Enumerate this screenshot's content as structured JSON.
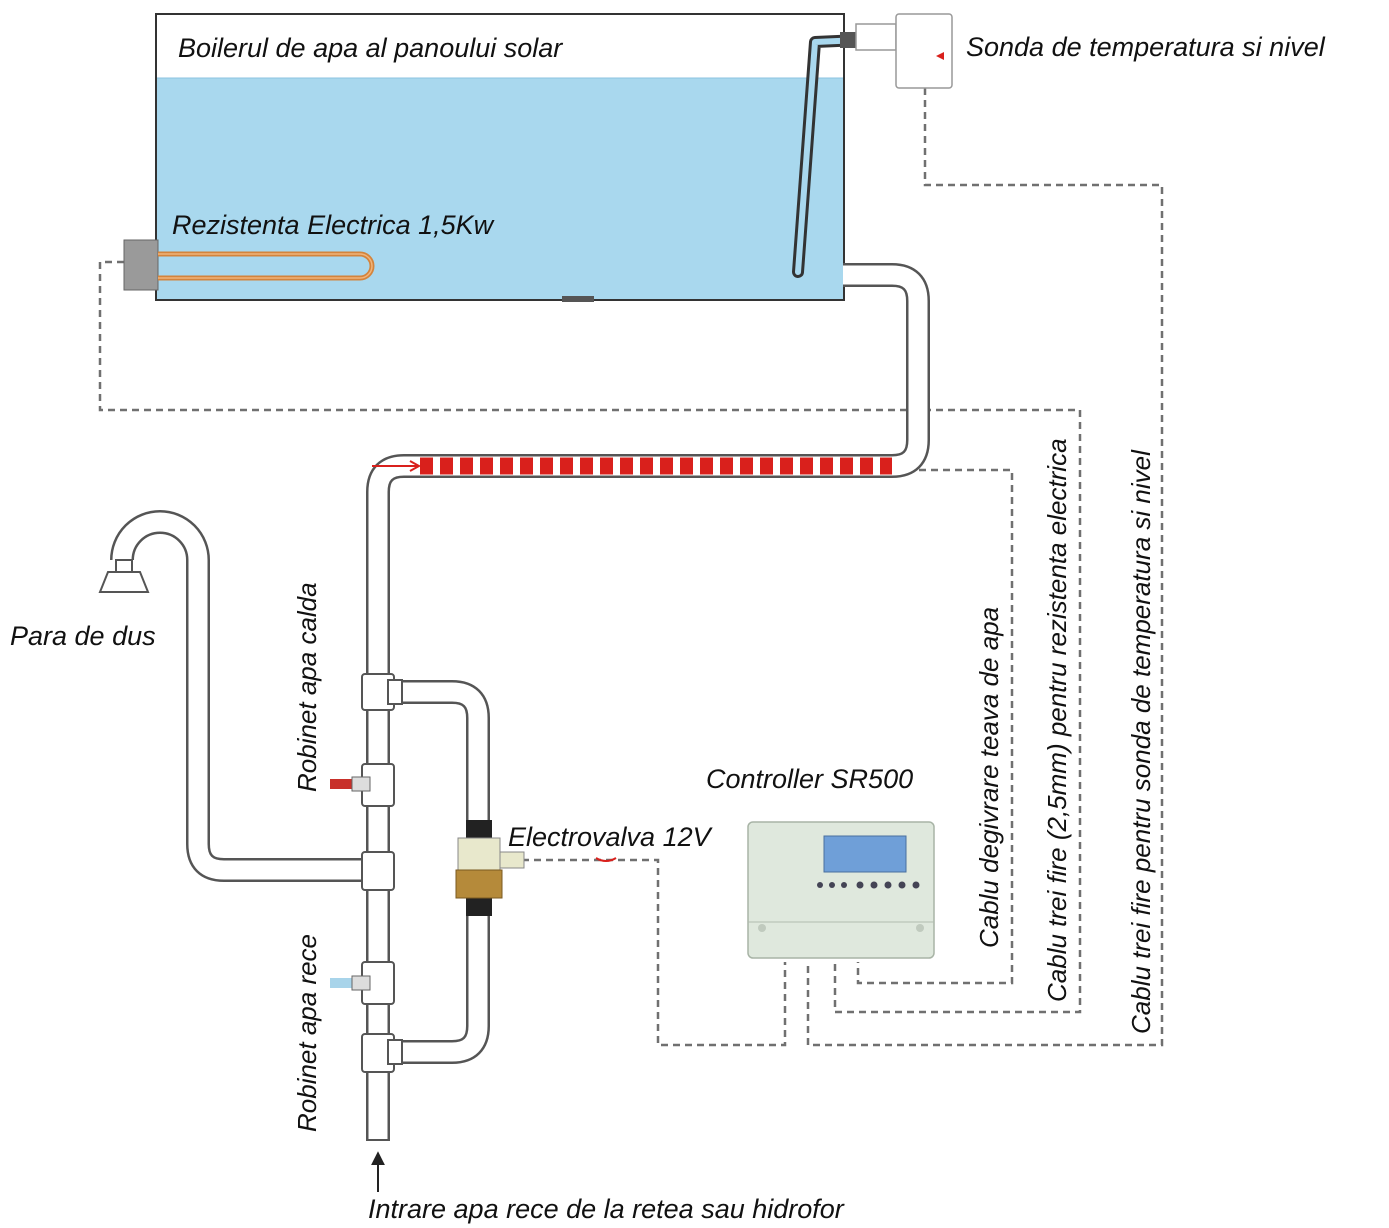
{
  "labels": {
    "tank": "Boilerul de apa al panoului solar",
    "probe": "Sonda de temperatura si nivel",
    "heater": "Rezistenta Electrica 1,5Kw",
    "shower": "Para de dus",
    "hot_tap": "Robinet apa calda",
    "cold_tap": "Robinet apa rece",
    "valve": "Electrovalva 12V",
    "controller": "Controller SR500",
    "inlet": "Intrare apa rece de la retea sau hidrofor",
    "cable_defrost": "Cablu degivrare teava de apa",
    "cable_heater": "Cablu trei fire (2,5mm) pentru rezistenta electrica",
    "cable_probe": "Cablu trei fire pentru sonda de temperatura si nivel"
  },
  "colors": {
    "water": "#a9d8ee",
    "pipe": "#ffffff",
    "pipe_outline": "#555555",
    "heating_cable": "#d9201c",
    "heater_element": "#d4843c",
    "controller_body": "#dfe8dd",
    "controller_screen": "#6f9fd8",
    "wire": "#707070"
  }
}
